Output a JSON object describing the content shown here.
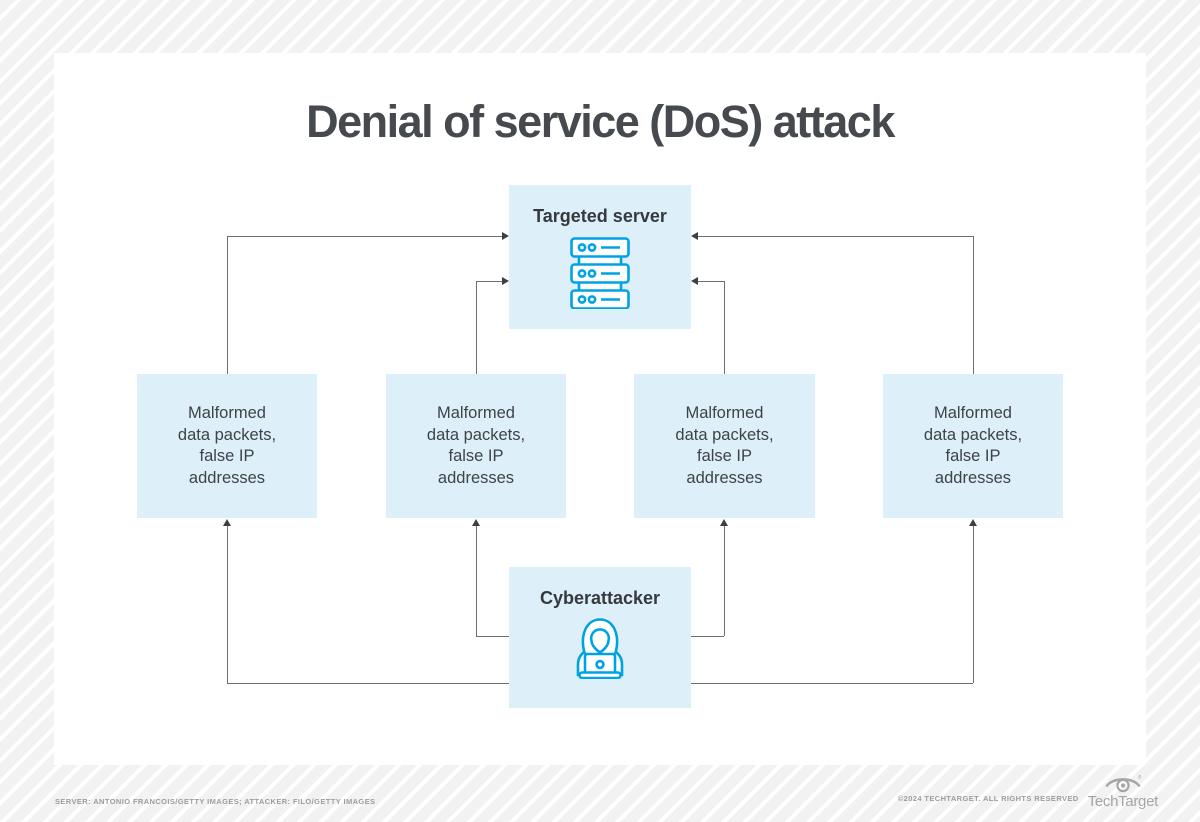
{
  "page": {
    "title": "Denial of service (DoS) attack"
  },
  "colors": {
    "accent_blue": "#00a3e1",
    "node_fill_blue": "#ddf0fa",
    "connector_gray": "#6c6f72",
    "arrowhead_gray": "#3d4043",
    "title_gray": "#46494d",
    "footer_gray": "#9d9d9d"
  },
  "nodes": {
    "server": {
      "label": "Targeted server",
      "icon": "server-rack-icon"
    },
    "attacker": {
      "label": "Cyberattacker",
      "icon": "hooded-hacker-icon"
    },
    "malformed": [
      {
        "label": "Malformed\ndata packets,\nfalse IP\naddresses"
      },
      {
        "label": "Malformed\ndata packets,\nfalse IP\naddresses"
      },
      {
        "label": "Malformed\ndata packets,\nfalse IP\naddresses"
      },
      {
        "label": "Malformed\ndata packets,\nfalse IP\naddresses"
      }
    ]
  },
  "footer": {
    "credits": "SERVER: ANTONIO FRANCOIS/GETTY IMAGES; ATTACKER: FILO/GETTY IMAGES",
    "copyright": "©2024 TECHTARGET. ALL RIGHTS RESERVED",
    "logo_text": "TechTarget",
    "logo_icon": "techtarget-eye-icon"
  }
}
